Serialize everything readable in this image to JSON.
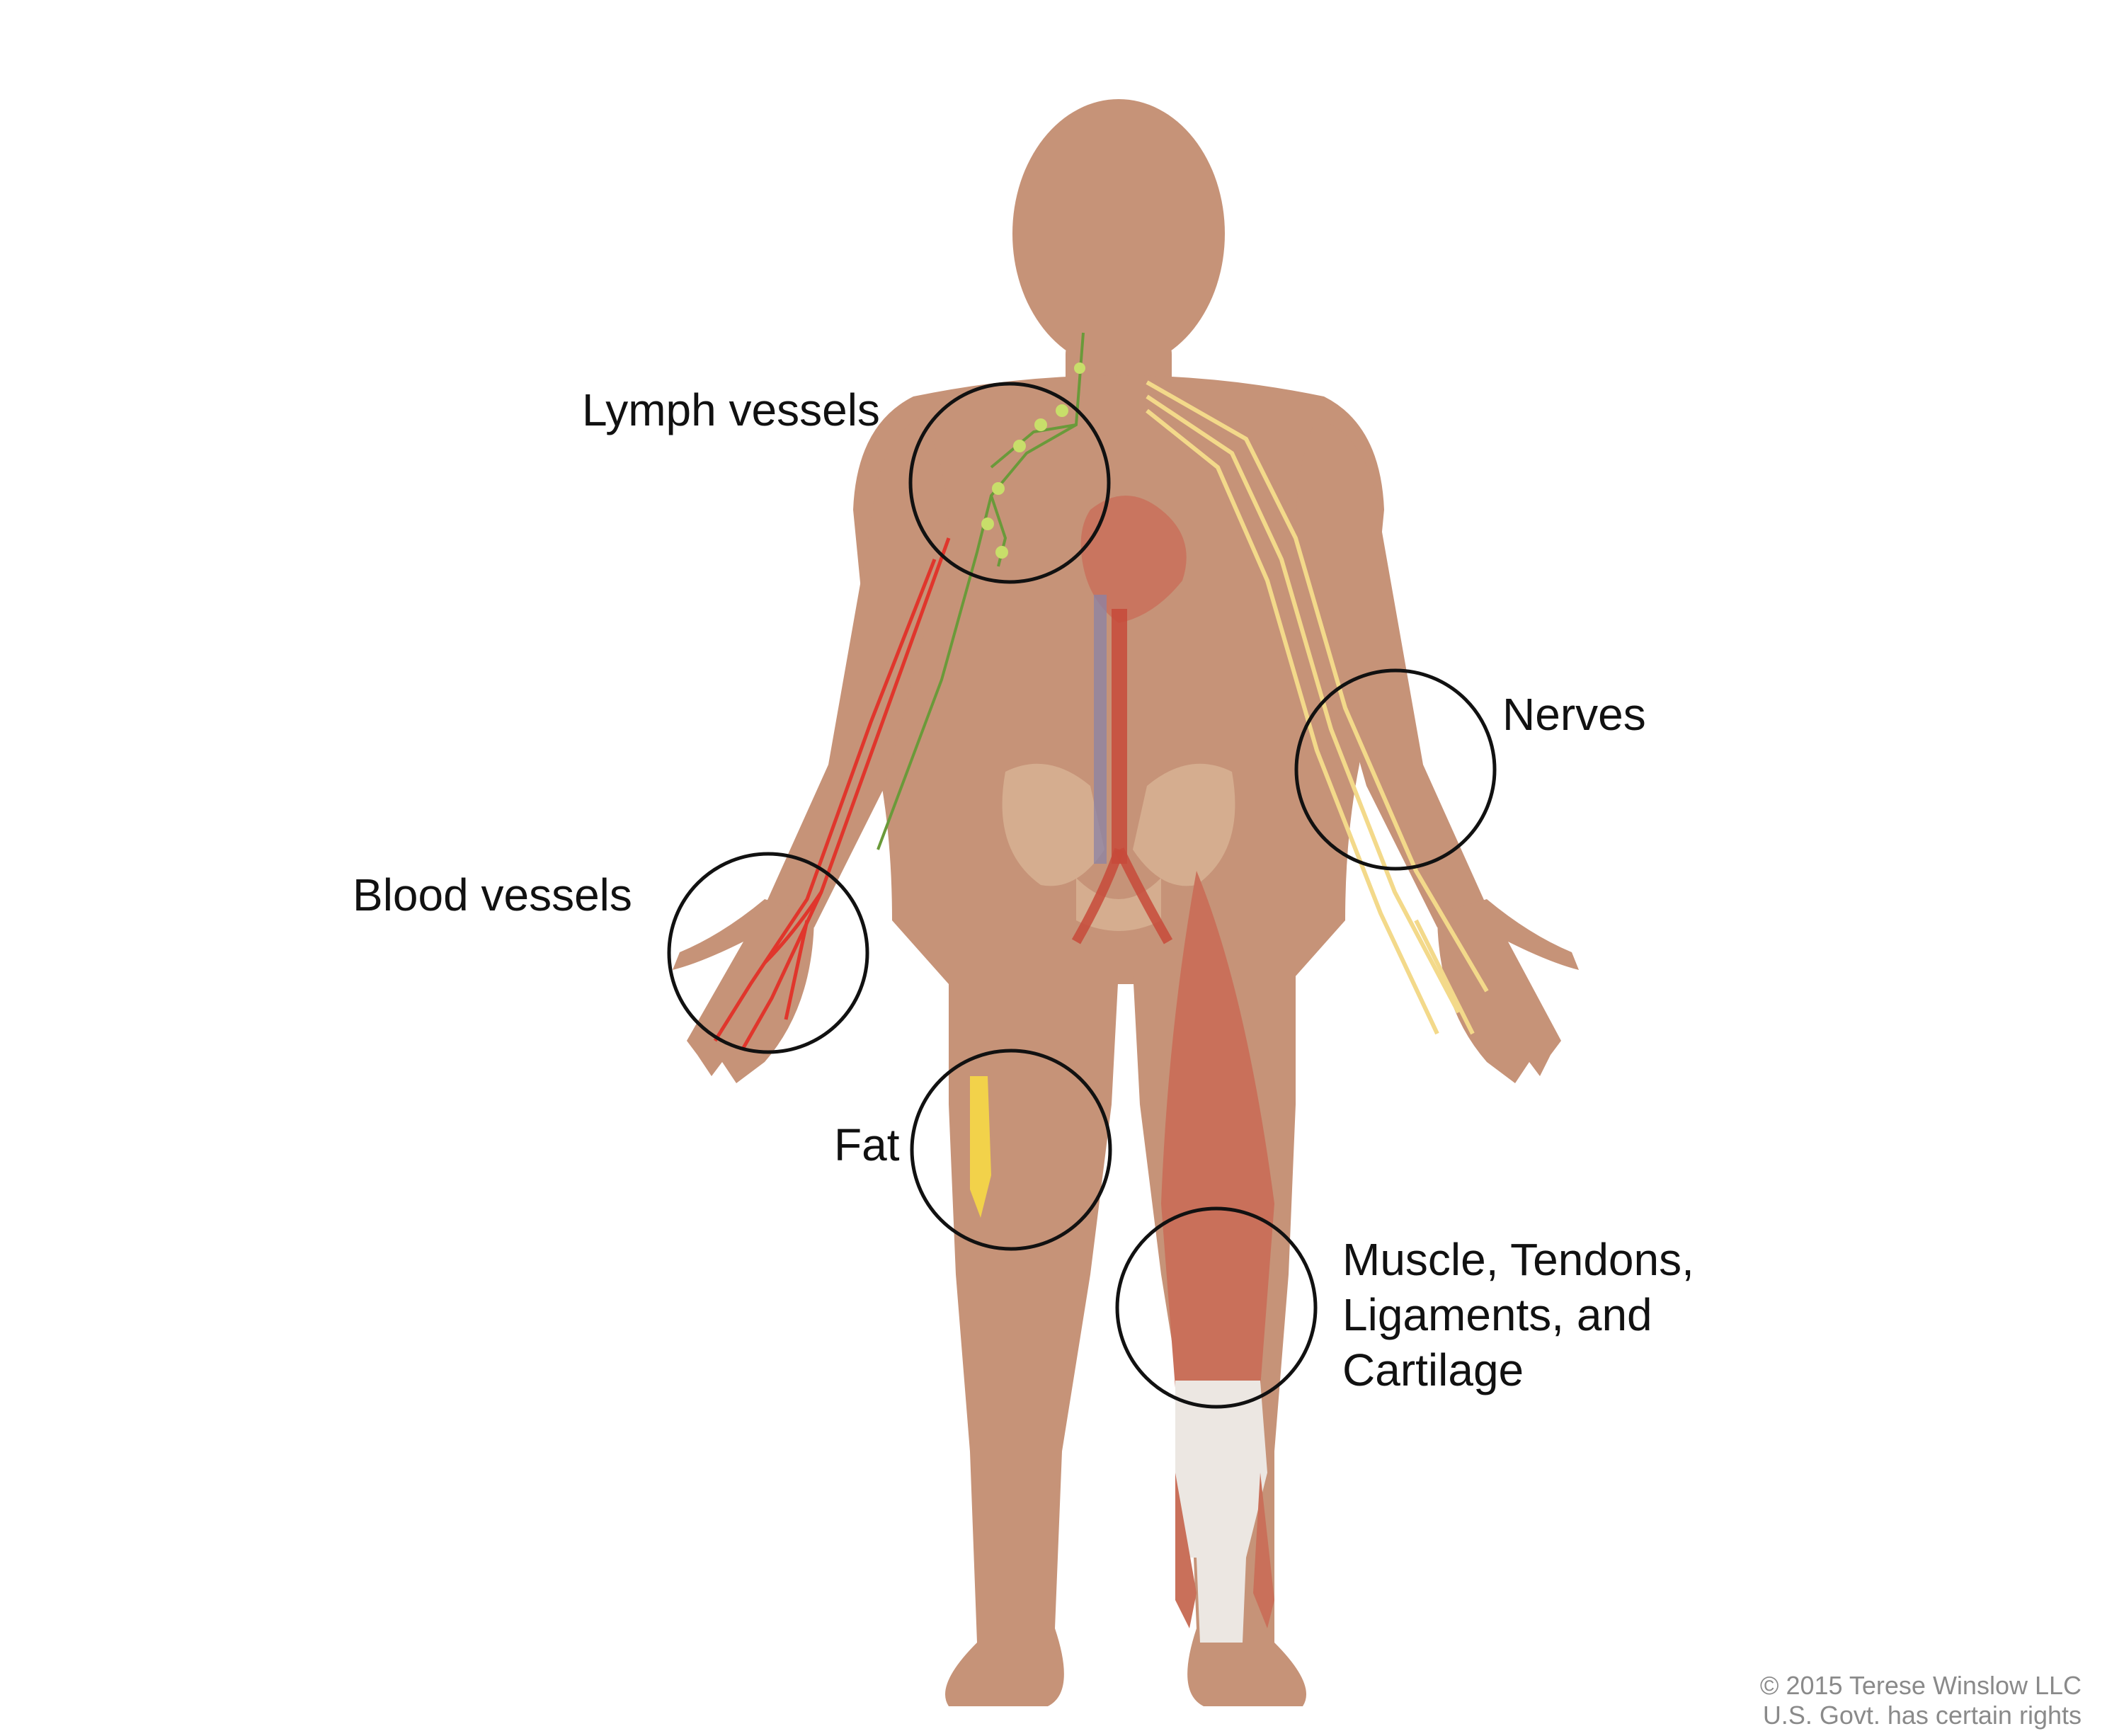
{
  "labels": {
    "lymph_vessels": "Lymph vessels",
    "nerves": "Nerves",
    "blood_vessels": "Blood vessels",
    "fat": "Fat",
    "muscle_line1": "Muscle, Tendons,",
    "muscle_line2": "Ligaments, and",
    "muscle_line3": "Cartilage"
  },
  "credit": {
    "line1": "© 2015 Terese Winslow LLC",
    "line2": "U.S. Govt. has certain rights"
  },
  "colors": {
    "skin": "#c69378",
    "skin_shadow": "#b98267",
    "artery": "#e0362c",
    "vein": "#8a83a6",
    "lymph": "#6a9a3a",
    "lymph_node": "#c8de6a",
    "nerve": "#f3d98a",
    "fat": "#f2d24a",
    "muscle": "#c9705a",
    "tendon": "#ece7e2",
    "bone": "#e2c29c",
    "circle": "#111111"
  }
}
